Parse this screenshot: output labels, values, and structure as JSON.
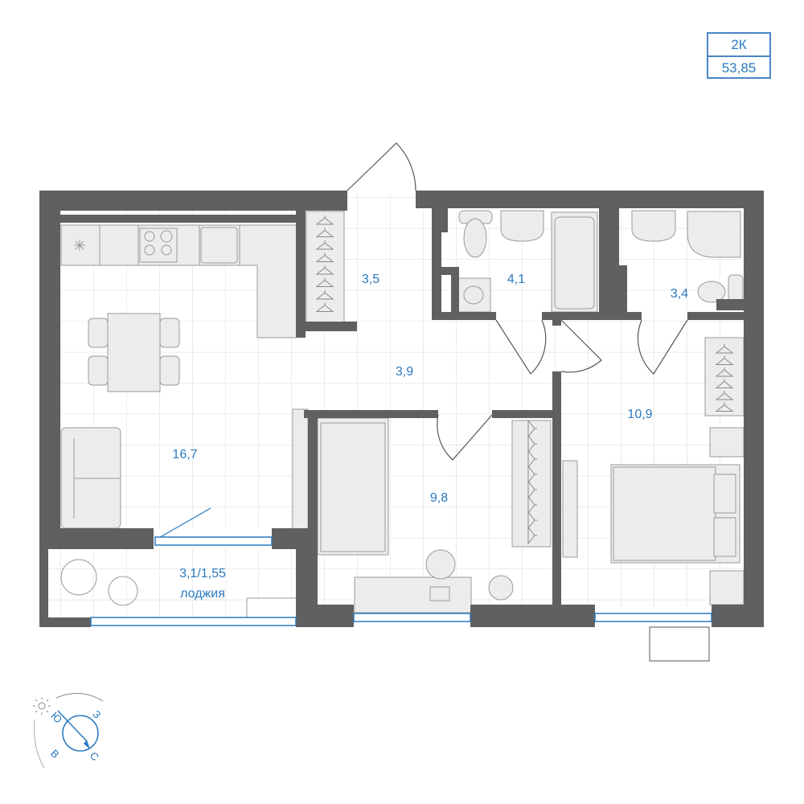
{
  "badge": {
    "type": "2К",
    "area": "53,85"
  },
  "rooms": {
    "hall_closet": "3,5",
    "bathroom": "4,1",
    "wc": "3,4",
    "corridor": "3,9",
    "bedroom_large": "10,9",
    "living_kitchen": "16,7",
    "bedroom_small": "9,8",
    "loggia_area": "3,1/1,55",
    "loggia_name": "лоджия"
  },
  "compass": {
    "south": "Ю",
    "west": "З",
    "east": "В",
    "north": "С"
  },
  "colors": {
    "wall": "#5f6061",
    "accent": "#2a7ac0",
    "furniture": "#ececec",
    "grid": "#e6e6e6"
  }
}
